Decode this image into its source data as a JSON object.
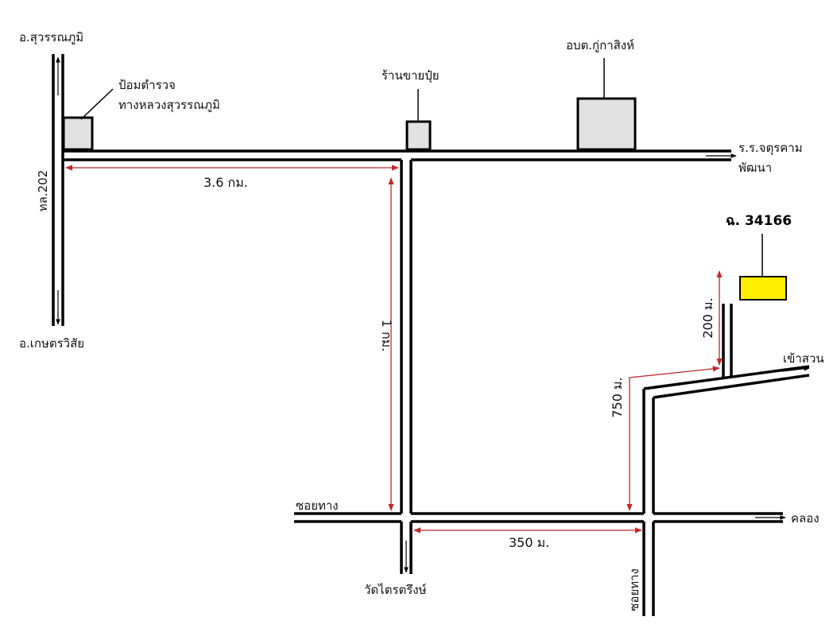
{
  "labels": {
    "amphoe_suwannaphum": "อ.สุวรรณภูมิ",
    "amphoe_kaset_wisai": "อ.เกษตรวิสัย",
    "highway_202": "ทล.202",
    "police_box_line1": "ป้อมตำรวจ",
    "police_box_line2": "ทางหลวงสุวรรณภูมิ",
    "fertilizer_shop": "ร้านขายปุ๋ย",
    "sao_office": "อบต.กู่กาสิงห์",
    "school_line1": "ร.ร.จตุรคาม",
    "school_line2": "พัฒนา",
    "plot": "ฉ. 34166",
    "soi_left": "ซอยทาง",
    "soi_bottom": "ซอยทาง",
    "temple": "วัดไตรตรึงษ์",
    "canal": "คลอง",
    "to_garden": "เข้าสวน"
  },
  "distances": {
    "top_road": "3.6 กม.",
    "middle_road": "1 กม.",
    "bottom_road": "350 ม.",
    "right_road": "750 ม.",
    "garden_lane": "200 ม."
  },
  "colors": {
    "road": "#000000",
    "building_fill": "#e2e2e2",
    "plot_fill": "#ffee00",
    "dimension": "#c0282b"
  }
}
